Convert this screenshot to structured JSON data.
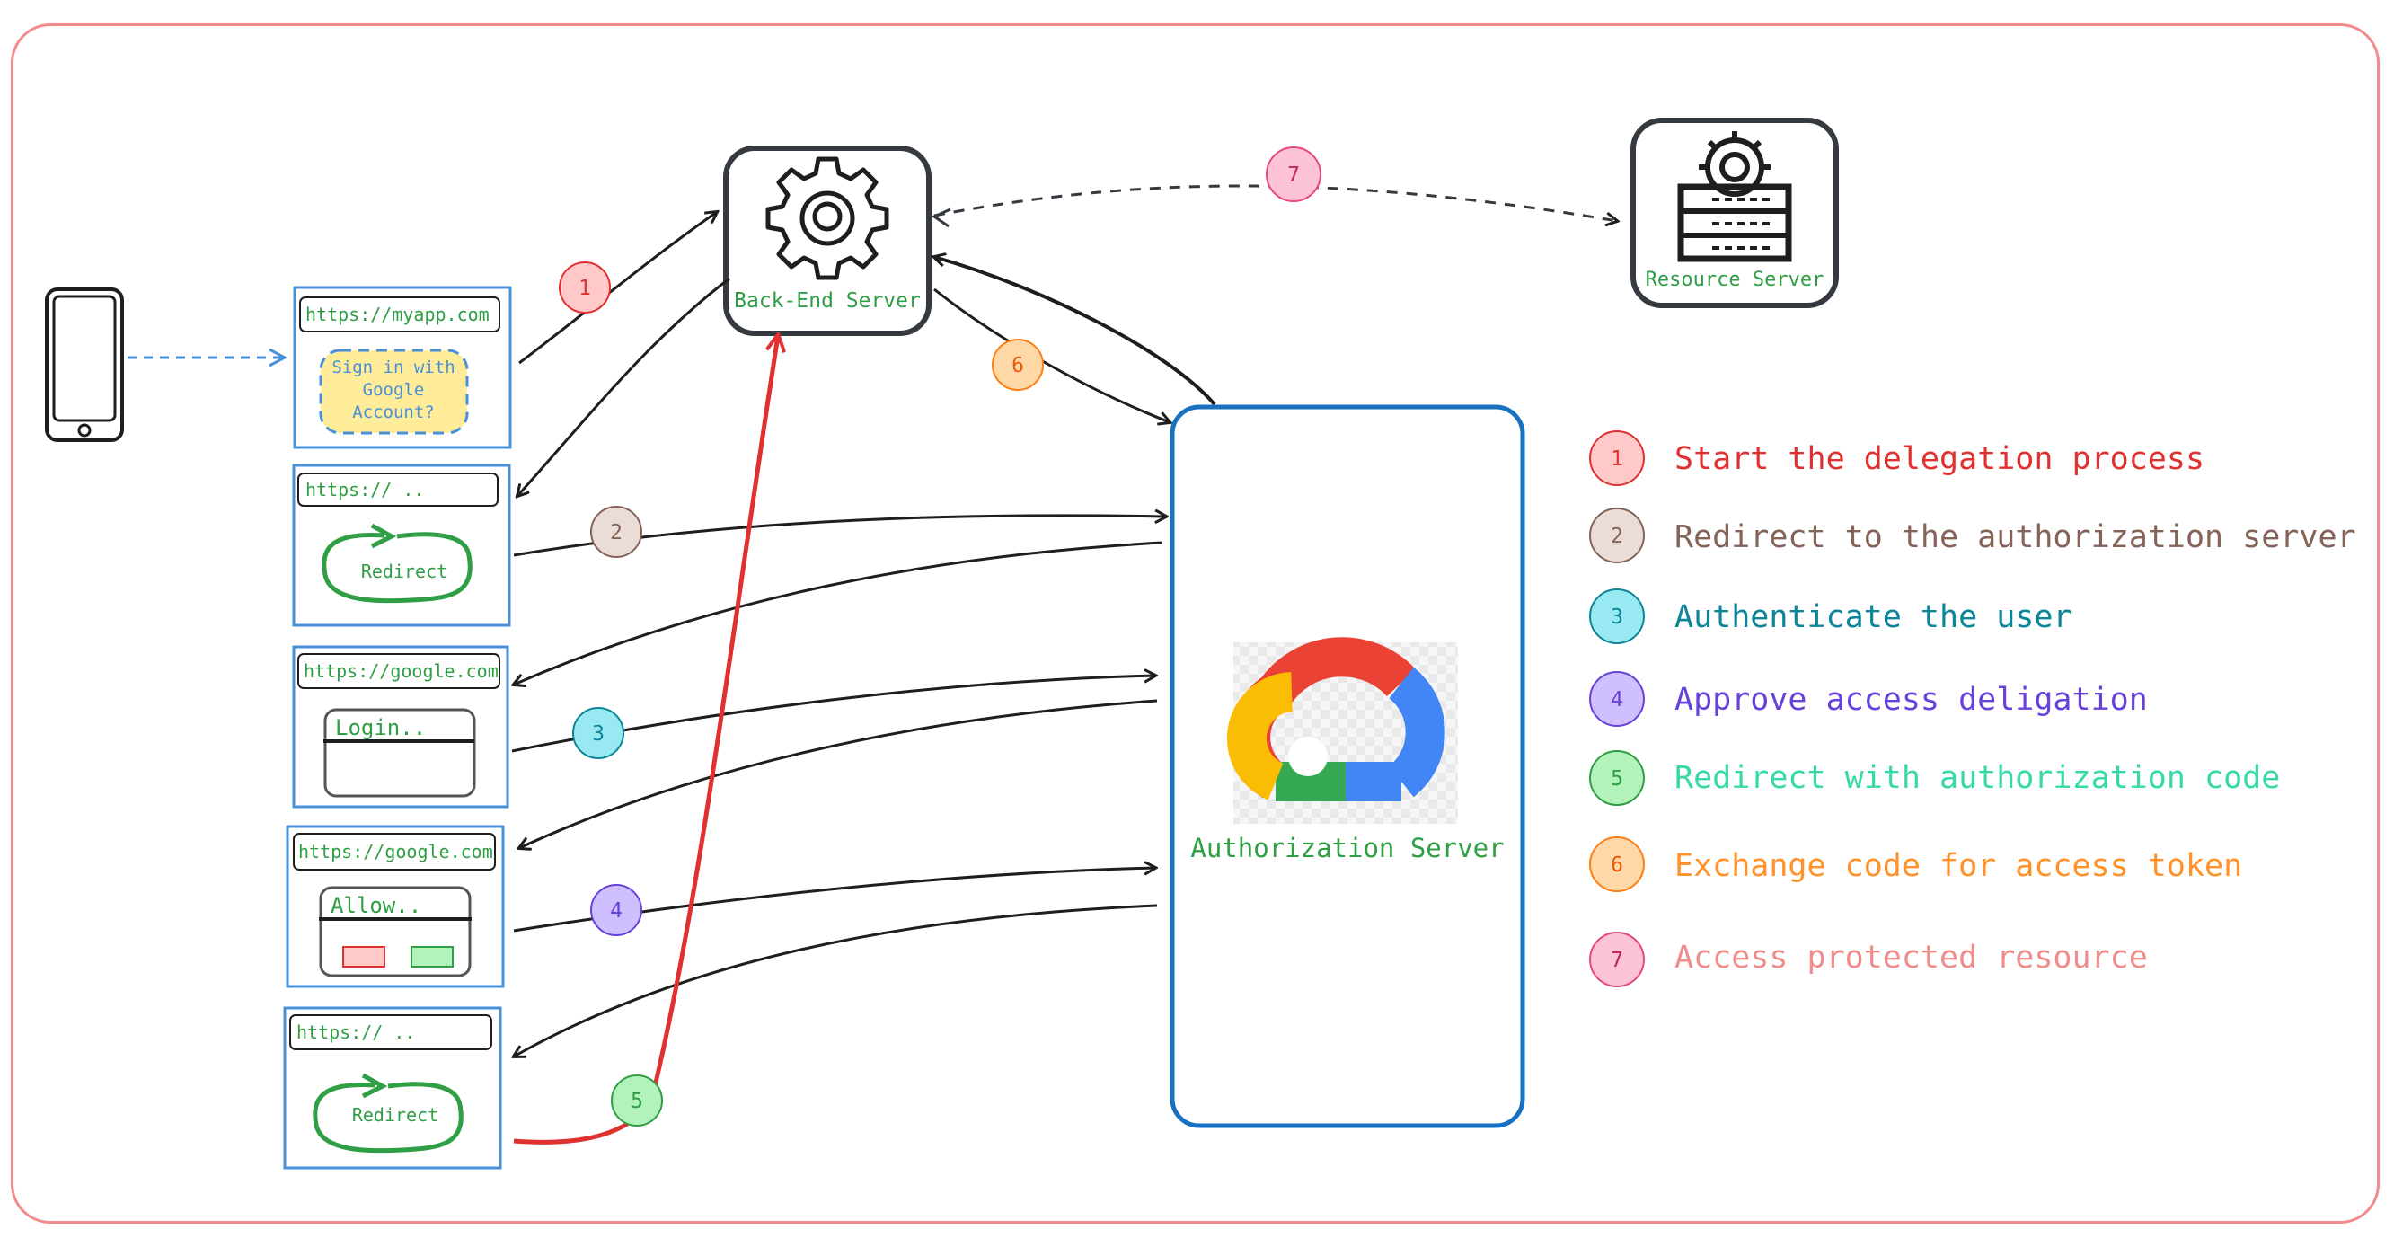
{
  "phone": {
    "name": "phone-icon"
  },
  "panels": [
    {
      "url": "https://myapp.com",
      "content": "Sign in with Google Account?",
      "content_lines": [
        "Sign in with",
        "Google",
        "Account?"
      ]
    },
    {
      "url": "https:// ..",
      "content": "Redirect"
    },
    {
      "url": "https://google.com",
      "content": "Login.."
    },
    {
      "url": "https://google.com",
      "content": "Allow.."
    },
    {
      "url": "https:// ..",
      "content": "Redirect"
    }
  ],
  "servers": {
    "backend": "Back-End Server",
    "resource": "Resource Server",
    "authorization": "Authorization Server"
  },
  "legend": [
    {
      "n": "1",
      "text": "Start the delegation process",
      "color": "#e03131",
      "fill": "#ffc9c9"
    },
    {
      "n": "2",
      "text": "Redirect to the authorization server",
      "color": "#846358",
      "fill": "#eaddd7"
    },
    {
      "n": "3",
      "text": "Authenticate the user",
      "color": "#0c8599",
      "fill": "#99e9f2"
    },
    {
      "n": "4",
      "text": "Approve access deligation",
      "color": "#6741d9",
      "fill": "#d0bfff"
    },
    {
      "n": "5",
      "text": "Redirect with authorization code",
      "color": "#38d9a9",
      "fill": "#b2f2bb"
    },
    {
      "n": "6",
      "text": "Exchange code for access token",
      "color": "#fd7e14",
      "fill": "#ffd8a8"
    },
    {
      "n": "7",
      "text": "Access protected resource",
      "color": "#f08c8c",
      "fill": "#fcc2d7"
    }
  ],
  "colors": {
    "frame": "#f28b8b",
    "panel_border": "#4a90d9",
    "auth_border": "#1971c2",
    "green_text": "#2f9e44",
    "arrow": "#1e1e1e",
    "red_arrow": "#e03131"
  }
}
